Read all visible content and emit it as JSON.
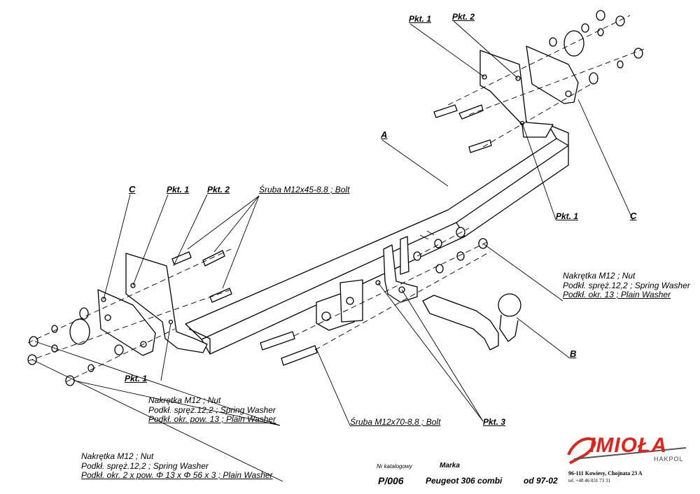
{
  "labels": {
    "pkt1_top": "Pkt. 1",
    "pkt2_top": "Pkt. 2",
    "A": "A",
    "C_left": "C",
    "pkt1_left": "Pkt. 1",
    "pkt2_left": "Pkt. 2",
    "bolt_m12x45": "Śruba M12x45-8.8 ;  Bolt",
    "pkt1_right": "Pkt. 1",
    "C_right": "C",
    "pkt1_bottom": "Pkt. 1",
    "B": "B",
    "bolt_m12x70": "Śruba M12x70-8.8 ;  Bolt",
    "pkt3": "Pkt. 3"
  },
  "blocks": {
    "right": [
      "Nakrętka  M12 ; Nut",
      "Podkł. spręż.12,2 ; Spring Washer",
      "Podkł. okr. 13 ; Plain Washer"
    ],
    "middle": [
      "Nakrętka  M12 ; Nut",
      "Podkł. spręż.12,2 ; Spring Washer",
      "Podkł. okr. pow. 13 ; Plain Washer"
    ],
    "bottom": [
      "Nakrętka  M12 ; Nut",
      "Podkł. spręż.12,2 ; Spring Washer",
      "Podkł. okr. 2 x pow.  Φ 13 x  Φ 56 x 3 ; Plain Washer"
    ]
  },
  "title_block": {
    "catalog_label": "Nr katalogowy",
    "catalog_number": "P/006",
    "brand_label": "Marka",
    "model": "Peugeot 306 combi",
    "since": "od 97-02"
  },
  "logo": {
    "name": "IMIOŁA",
    "sub": "HAKPOL",
    "address": "96-111 Kowiesy, Chojnata 23 A",
    "phone": "tel. +48 46 831 73 31"
  }
}
